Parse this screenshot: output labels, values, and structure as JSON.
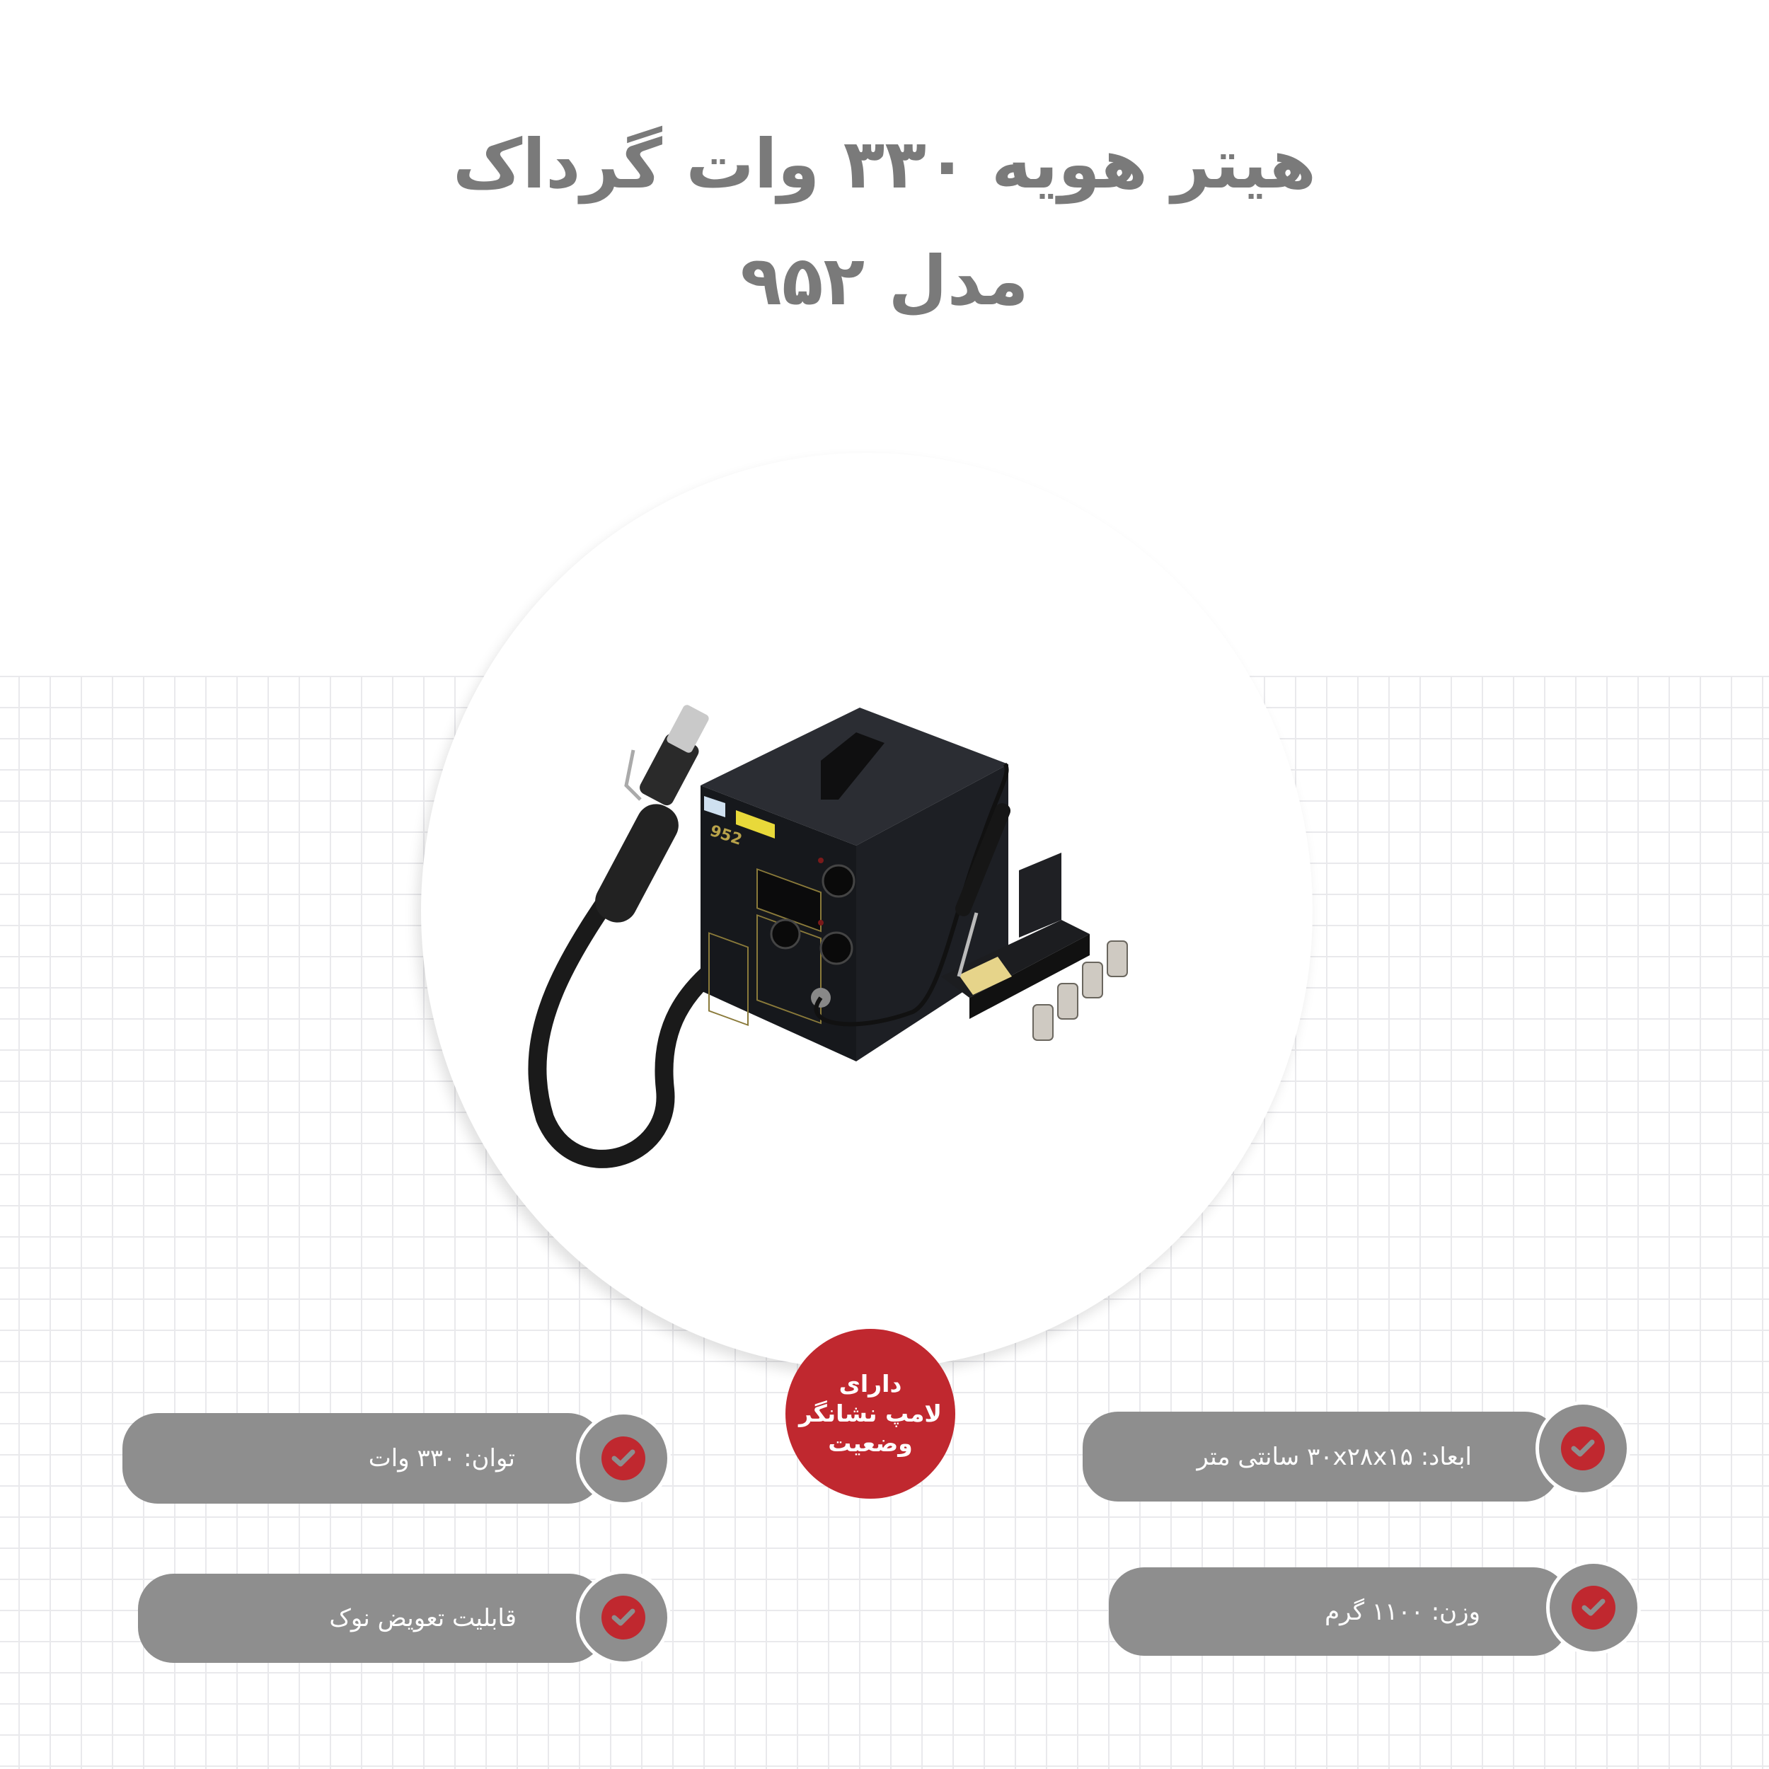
{
  "title": {
    "line1": "هیتر هویه ۳۳۰ وات گرداک",
    "line2": "مدل ۹۵۲"
  },
  "product": {
    "name": "Gordak 952 hot air rework & soldering station",
    "panel_model_text": "952"
  },
  "badge": {
    "line1": "دارای",
    "line2": "لامپ نشانگر",
    "line3": "وضعیت"
  },
  "features": {
    "left": [
      {
        "label": "توان: ۳۳۰ وات",
        "icon": "check-icon"
      },
      {
        "label": "قابلیت تعویض نوک",
        "icon": "check-icon"
      }
    ],
    "right": [
      {
        "label": "ابعاد: ۳۰x۲۸x۱۵ سانتی متر",
        "icon": "check-icon"
      },
      {
        "label": "وزن: ۱۱۰۰ گرم",
        "icon": "check-icon"
      }
    ]
  },
  "colors": {
    "accent_red": "#c0282f",
    "pill_gray": "#8e8e8e",
    "title_gray": "#7a7a7a",
    "grid_line": "#e9e9ec"
  }
}
